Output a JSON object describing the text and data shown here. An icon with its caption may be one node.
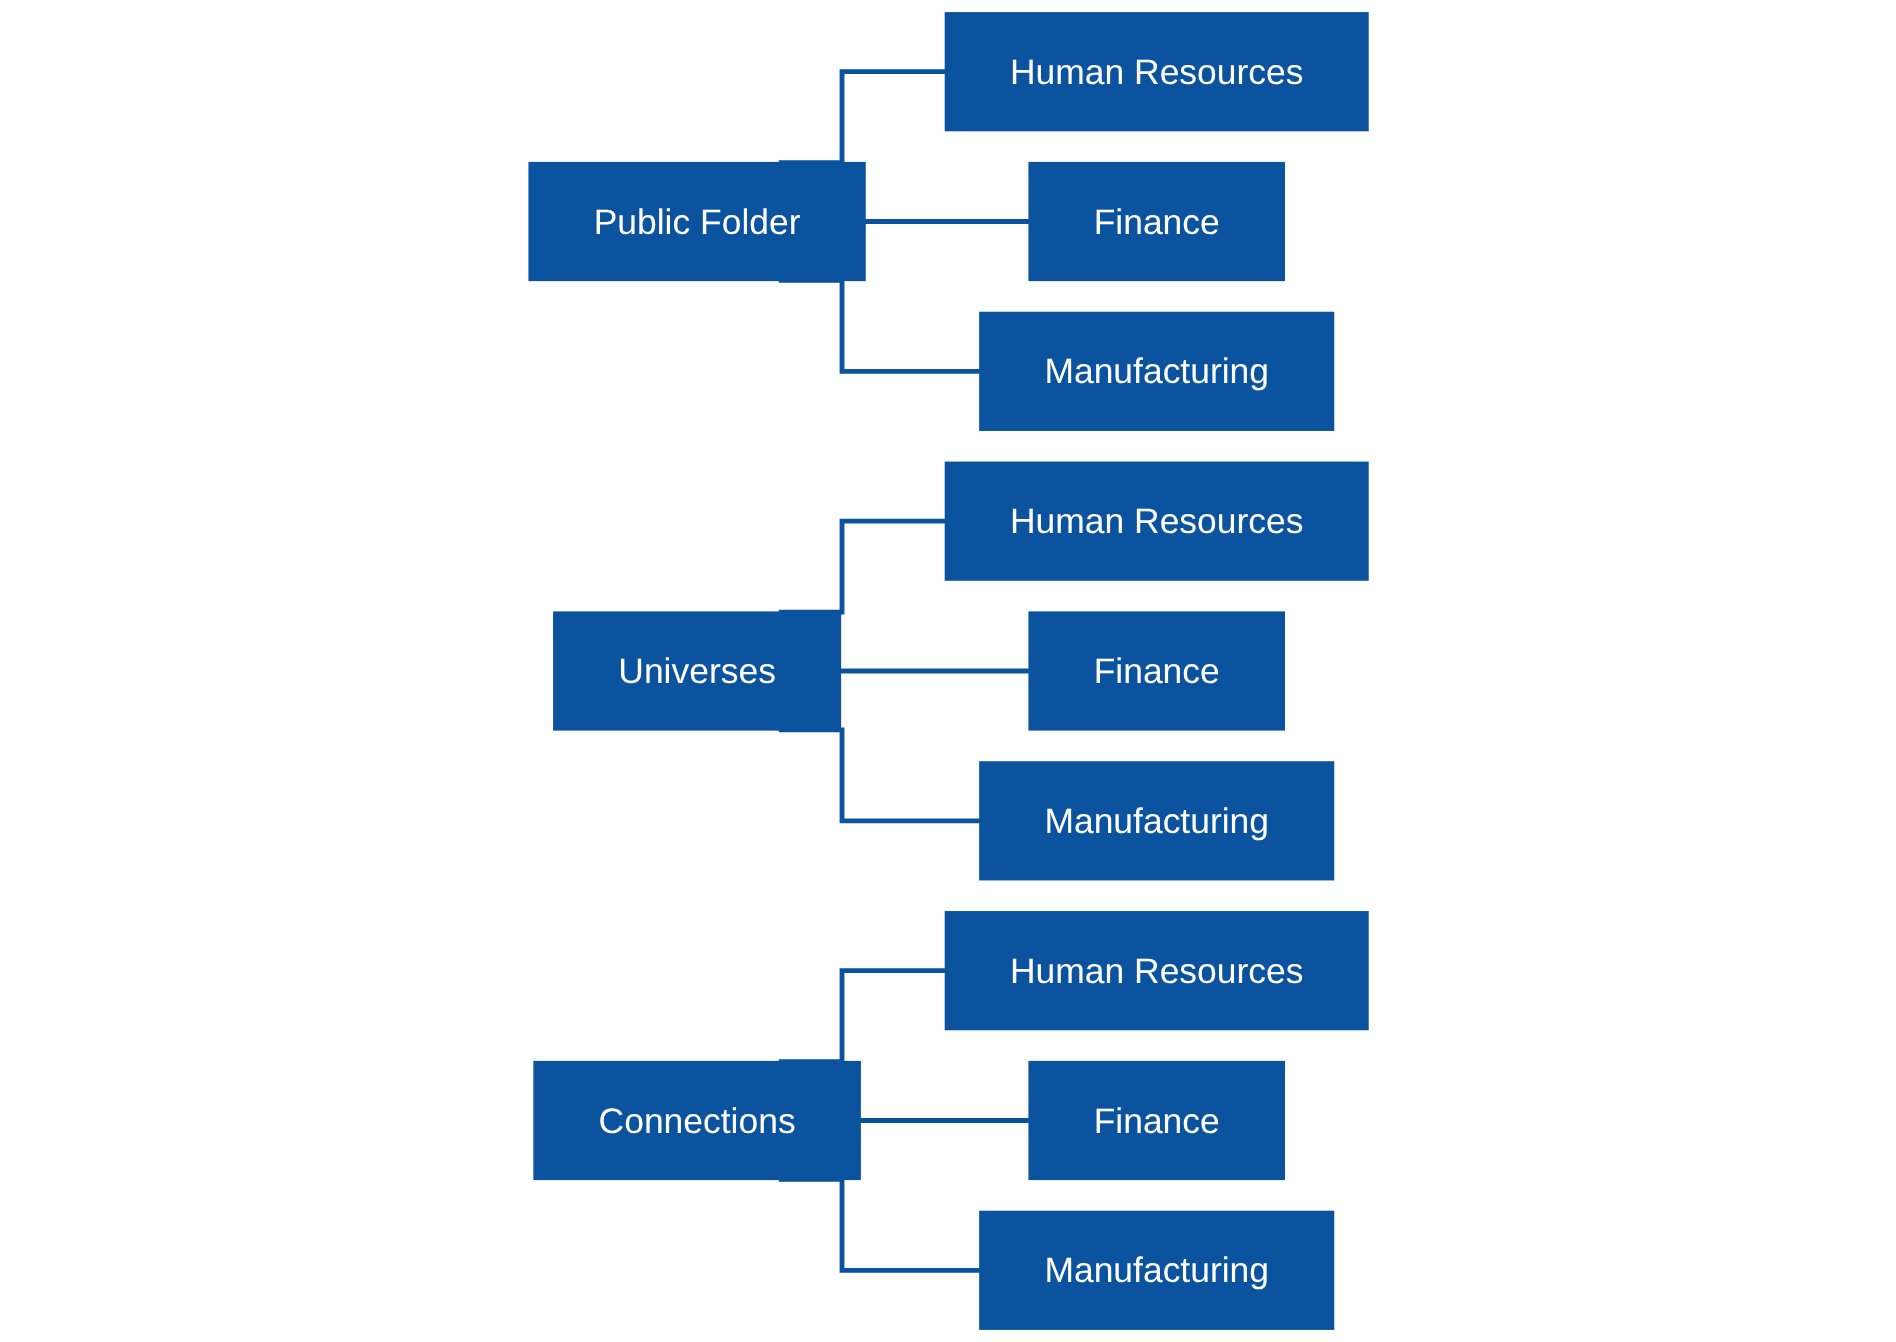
{
  "diagram": {
    "nodes": [
      {
        "text": [
          "Public Folder"
        ]
      },
      {
        "text": [
          "Human Resources"
        ]
      },
      {
        "text": [
          "Finance"
        ]
      },
      {
        "text": [
          "Manufacturing"
        ]
      },
      {
        "text": [
          "Universes"
        ]
      },
      {
        "text": [
          "Human Resources"
        ]
      },
      {
        "text": [
          "Finance"
        ]
      },
      {
        "text": [
          "Manufacturing"
        ]
      },
      {
        "text": [
          "Connections"
        ]
      },
      {
        "text": [
          "Human Resources"
        ]
      },
      {
        "text": [
          "Finance"
        ]
      },
      {
        "text": [
          "Manufacturing"
        ]
      }
    ],
    "edges": [
      {
        "from": 0,
        "to": 1,
        "arrow": "none"
      },
      {
        "from": 0,
        "to": 2,
        "arrow": "none"
      },
      {
        "from": 0,
        "to": 3,
        "arrow": "none"
      },
      {
        "from": 4,
        "to": 5,
        "arrow": "none"
      },
      {
        "from": 4,
        "to": 6,
        "arrow": "none"
      },
      {
        "from": 4,
        "to": 7,
        "arrow": "none"
      },
      {
        "from": 8,
        "to": 9,
        "arrow": "none"
      },
      {
        "from": 8,
        "to": 10,
        "arrow": "none"
      },
      {
        "from": 8,
        "to": 11,
        "arrow": "none"
      }
    ]
  }
}
